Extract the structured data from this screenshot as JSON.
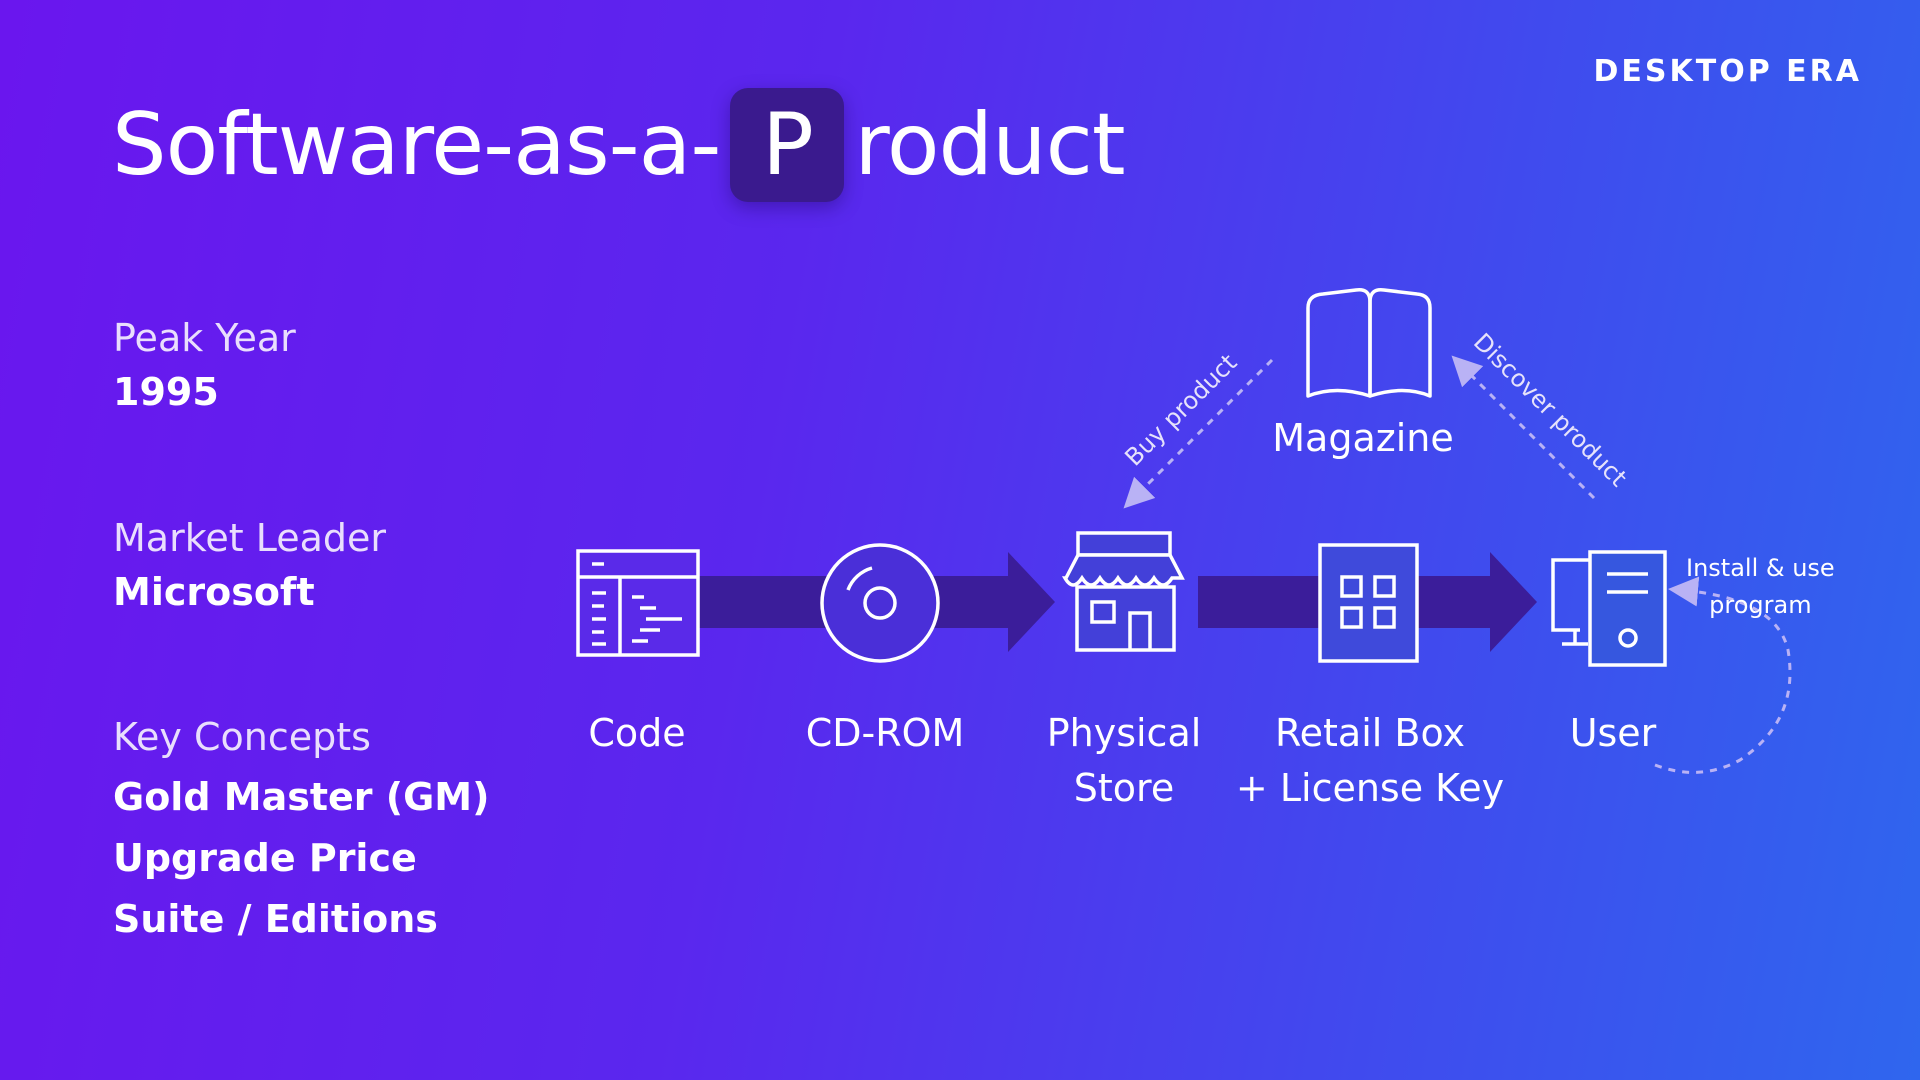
{
  "era_label": "DESKTOP ERA",
  "title": {
    "before": "Software-as-a-",
    "highlight": "P",
    "after": "roduct"
  },
  "info": {
    "peak_year_label": "Peak Year",
    "peak_year_value": "1995",
    "market_leader_label": "Market Leader",
    "market_leader_value": "Microsoft",
    "key_concepts_label": "Key Concepts",
    "key_concepts": [
      "Gold Master (GM)",
      "Upgrade Price",
      "Suite / Editions"
    ]
  },
  "diagram": {
    "nodes": {
      "code": "Code",
      "cdrom": "CD-ROM",
      "store_line1": "Physical",
      "store_line2": "Store",
      "box_line1": "Retail Box",
      "box_line2": "+ License Key",
      "user": "User",
      "magazine": "Magazine"
    },
    "edges": {
      "buy": "Buy product",
      "discover": "Discover product",
      "install_line1": "Install & use",
      "install_line2": "program"
    }
  },
  "colors": {
    "accent_dark": "#3a1a8e",
    "arrow_band": "#3b1d9a",
    "dashed": "#b9b2f5"
  }
}
